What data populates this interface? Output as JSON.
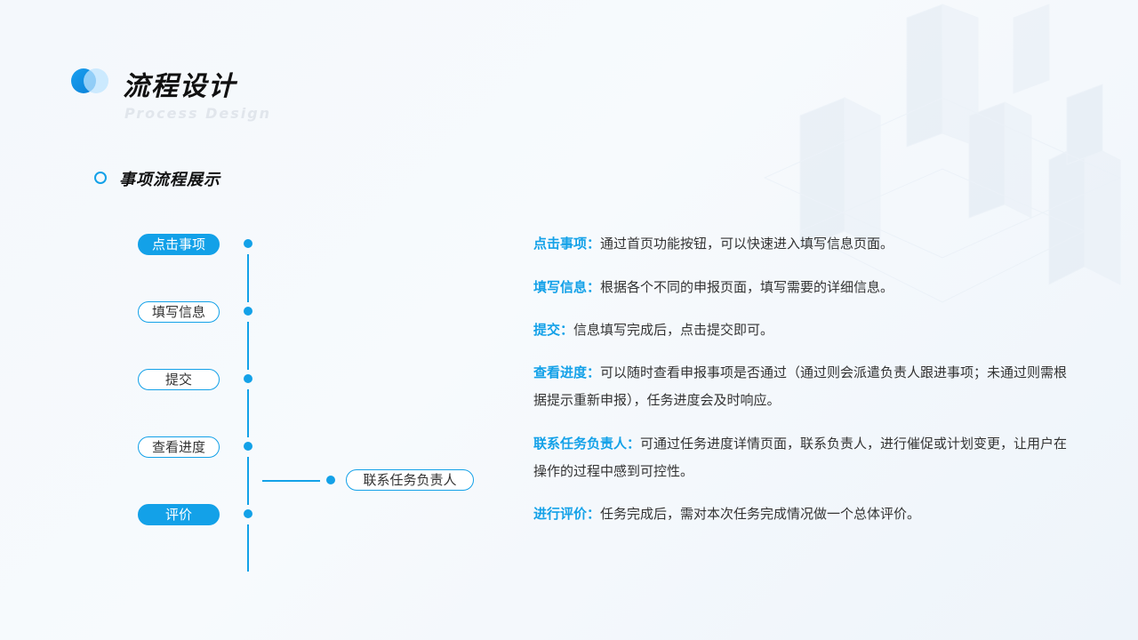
{
  "header": {
    "title": "流程设计",
    "subtitle": "Process Design"
  },
  "section": {
    "title": "事项流程展示"
  },
  "flow": {
    "steps": [
      {
        "label": "点击事项",
        "filled": true
      },
      {
        "label": "填写信息",
        "filled": false
      },
      {
        "label": "提交",
        "filled": false
      },
      {
        "label": "查看进度",
        "filled": false
      },
      {
        "label": "评价",
        "filled": true
      }
    ],
    "branch": {
      "label": "联系任务负责人"
    }
  },
  "descriptions": [
    {
      "key": "点击事项：",
      "text": "通过首页功能按钮，可以快速进入填写信息页面。"
    },
    {
      "key": "填写信息：",
      "text": "根据各个不同的申报页面，填写需要的详细信息。"
    },
    {
      "key": "提交：",
      "text": "信息填写完成后，点击提交即可。"
    },
    {
      "key": "查看进度：",
      "text": "可以随时查看申报事项是否通过（通过则会派遣负责人跟进事项；未通过则需根据提示重新申报），任务进度会及时响应。"
    },
    {
      "key": "联系任务负责人：",
      "text": "可通过任务进度详情页面，联系负责人，进行催促或计划变更，让用户在操作的过程中感到可控性。"
    },
    {
      "key": "进行评价：",
      "text": "任务完成后，需对本次任务完成情况做一个总体评价。"
    }
  ],
  "colors": {
    "accent": "#13a1e8",
    "title": "#111111",
    "body_text": "#333333",
    "subtitle": "#e1e6ec"
  }
}
